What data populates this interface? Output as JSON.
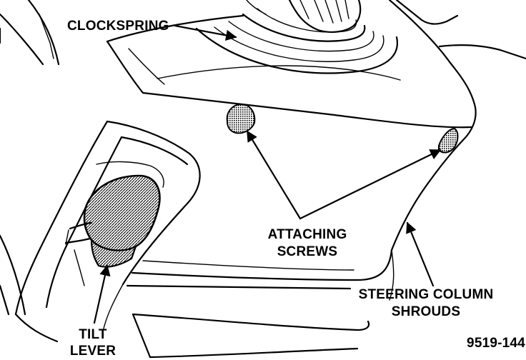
{
  "labels": {
    "clockspring": "CLOCKSPRING",
    "attaching_screws_line1": "ATTACHING",
    "attaching_screws_line2": "SCREWS",
    "shrouds_line1": "STEERING COLUMN",
    "shrouds_line2": "SHROUDS",
    "tilt_lever_line1": "TILT",
    "tilt_lever_line2": "LEVER",
    "figure_number": "9519-144"
  },
  "colors": {
    "ink": "#000000",
    "paper": "#ffffff"
  }
}
